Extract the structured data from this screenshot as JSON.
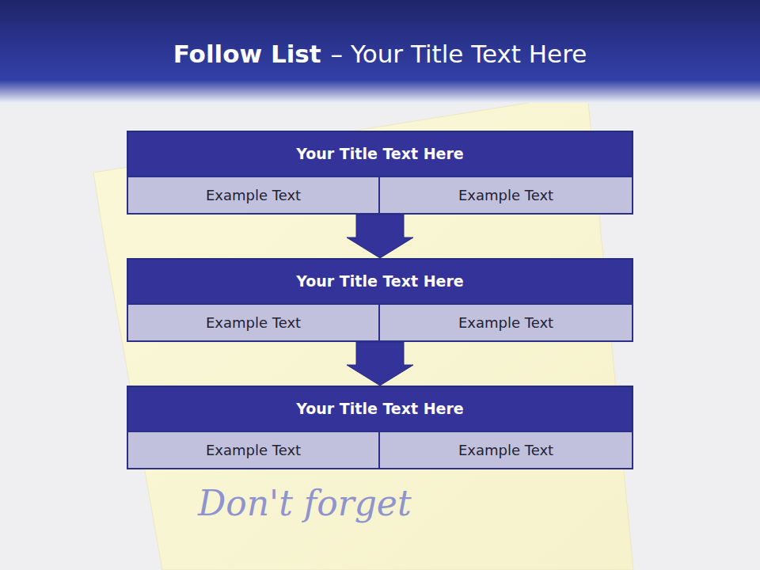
{
  "diagram": {
    "title": "Follow List",
    "nodes": [
      {
        "text": [
          "Your Title Text Here"
        ]
      },
      {
        "text": [
          "Example Text"
        ],
        "in": 0
      },
      {
        "text": [
          "Example Text"
        ],
        "in": 0
      },
      {
        "text": [
          "Your Title Text Here"
        ]
      },
      {
        "text": [
          "Example Text"
        ],
        "in": 3
      },
      {
        "text": [
          "Example Text"
        ],
        "in": 3
      },
      {
        "text": [
          "Your Title Text Here"
        ]
      },
      {
        "text": [
          "Example Text"
        ],
        "in": 6
      },
      {
        "text": [
          "Example Text"
        ],
        "in": 6
      }
    ],
    "edges": [
      {
        "from": 0,
        "to": 3,
        "arrow": "to"
      },
      {
        "from": 3,
        "to": 6,
        "arrow": "to"
      }
    ],
    "labels": [
      "– Your Title Text Here",
      "Don't forget"
    ]
  }
}
